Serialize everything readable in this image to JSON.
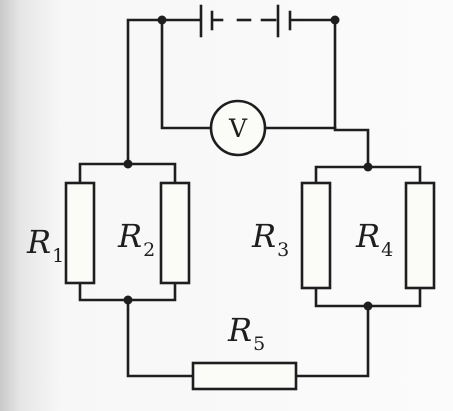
{
  "diagram": {
    "resistors": [
      {
        "letter": "R",
        "index": "1"
      },
      {
        "letter": "R",
        "index": "2"
      },
      {
        "letter": "R",
        "index": "3"
      },
      {
        "letter": "R",
        "index": "4"
      },
      {
        "letter": "R",
        "index": "5"
      }
    ],
    "voltmeter_symbol": "V"
  }
}
